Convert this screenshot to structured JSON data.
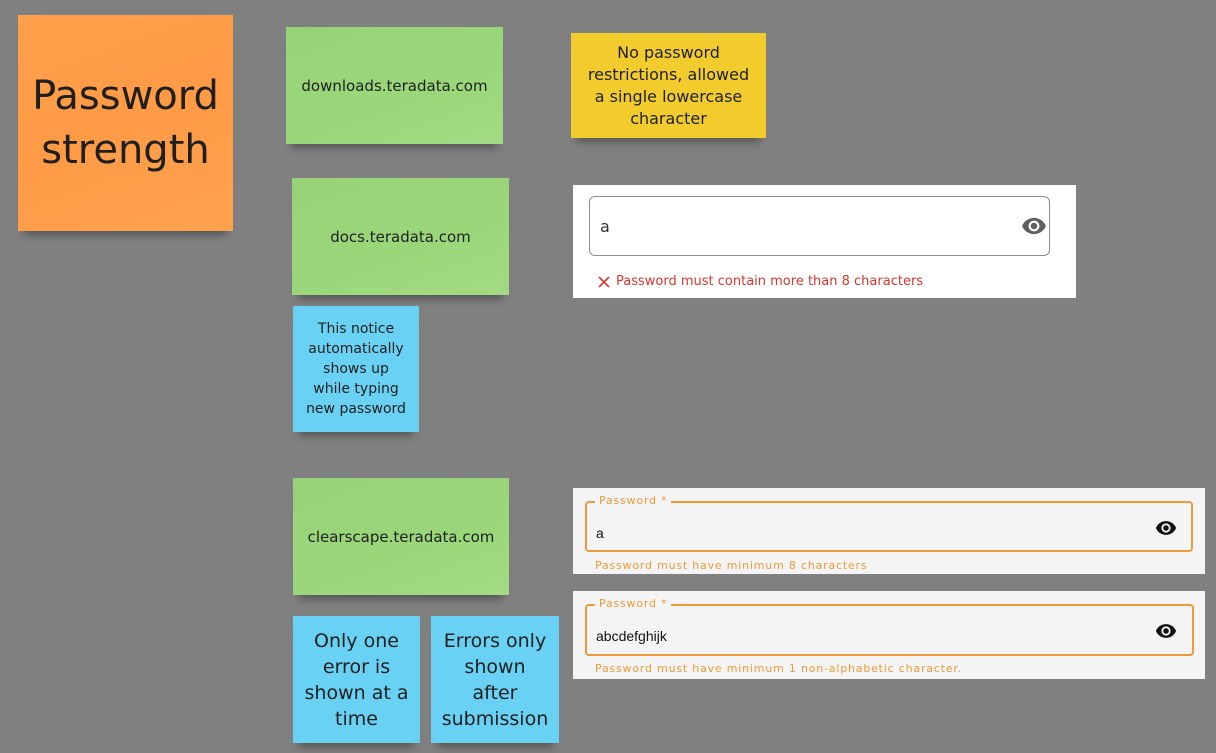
{
  "stickies": {
    "title": "Password strength",
    "downloads_site": "downloads.teradata.com",
    "downloads_note": "No password restrictions, allowed a single lowercase character",
    "docs_site": "docs.teradata.com",
    "docs_note": "This notice automatically shows up while typing new password",
    "clearscape_site": "clearscape.teradata.com",
    "clearscape_note_one": "Only one error is shown at a time",
    "clearscape_note_two": "Errors only shown after submission"
  },
  "docs_field": {
    "value": "a",
    "error": "Password must contain more than 8 characters"
  },
  "clearscape_field_1": {
    "label": "Password *",
    "value": "a",
    "helper": "Password must have minimum 8 characters"
  },
  "clearscape_field_2": {
    "label": "Password *",
    "value": "abcdefghijk",
    "helper": "Password must have minimum 1 non-alphabetic character."
  },
  "icons": {
    "visibility": "eye-icon",
    "error": "close-x-icon"
  },
  "colors": {
    "background": "#808080",
    "orange_note": "#ff9a45",
    "green_note": "#9ad77a",
    "yellow_note": "#f2cc2c",
    "blue_note": "#68d1f4",
    "docs_error": "#d8362f",
    "clearscape_accent": "#ef9a3a"
  }
}
